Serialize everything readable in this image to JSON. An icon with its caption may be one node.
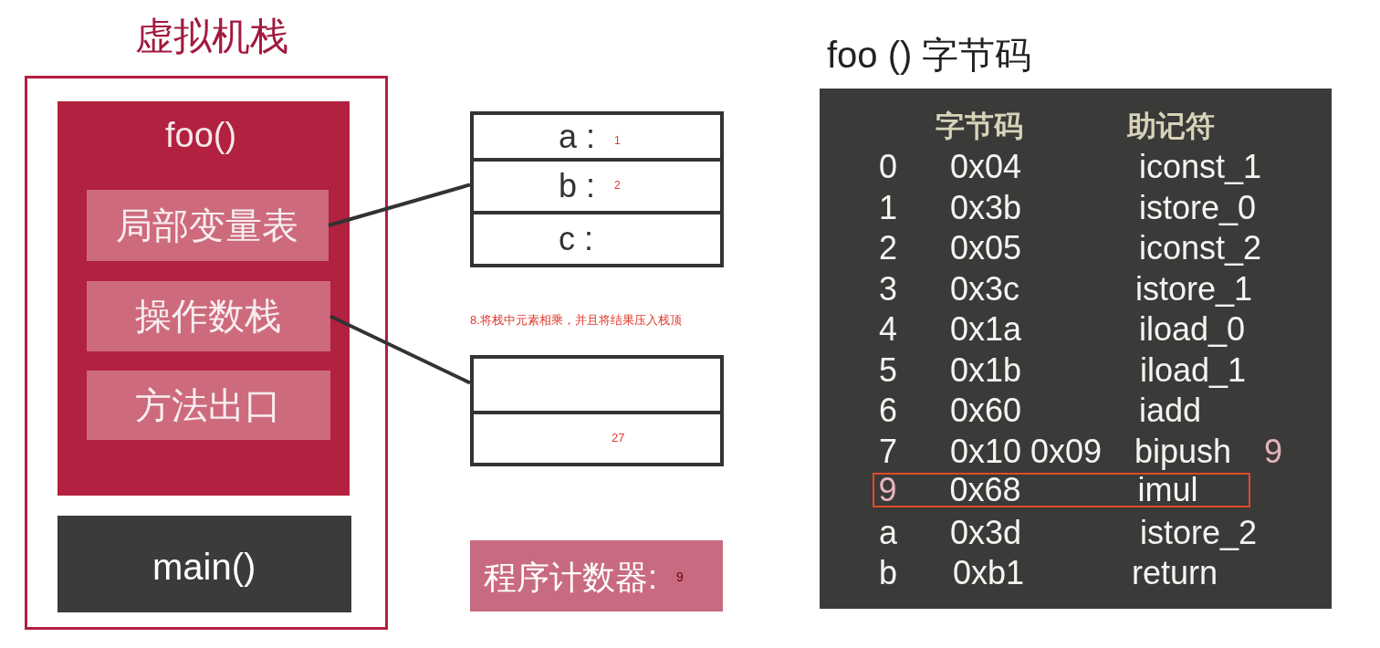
{
  "diagram": {
    "nodes": [
      {
        "text": [
          "虚拟机栈"
        ]
      },
      {
        "text": [
          "foo()"
        ],
        "in": 0
      },
      {
        "text": [
          "局部变量表"
        ],
        "in": 1
      },
      {
        "text": [
          "操作数栈"
        ],
        "in": 1
      },
      {
        "text": [
          "方法出口"
        ],
        "in": 1
      },
      {
        "text": [
          "main()"
        ],
        "in": 0
      },
      {
        "text": [],
        "shape": "box"
      },
      {
        "text": [
          "a :",
          "1"
        ],
        "in": 6
      },
      {
        "text": [
          "b :",
          "2"
        ],
        "in": 6
      },
      {
        "text": [
          "c :"
        ],
        "in": 6
      },
      {
        "text": [],
        "shape": "box"
      },
      {
        "text": [],
        "shape": "box",
        "in": 10
      },
      {
        "text": [
          "27"
        ],
        "in": 10
      },
      {
        "text": [
          "程序计数器:",
          "9"
        ]
      },
      {
        "text": [
          "foo () 字节码"
        ]
      },
      {
        "text": [
          "9",
          "0x68",
          "imul"
        ],
        "in": 14
      }
    ],
    "edges": [
      {
        "from": 2,
        "to": 6,
        "arrow": "none"
      },
      {
        "from": 3,
        "to": 10,
        "arrow": "none"
      }
    ],
    "labels": [
      "8.将栈中元素相乘，并且将结果压入栈顶",
      "字节码",
      "助记符",
      "0",
      "0x04",
      "iconst_1",
      "1",
      "0x3b",
      "istore_0",
      "2",
      "0x05",
      "iconst_2",
      "3",
      "0x3c",
      "istore_1",
      "4",
      "0x1a",
      "iload_0",
      "5",
      "0x1b",
      "iload_1",
      "6",
      "0x60",
      "iadd",
      "7",
      "0x10 0x09",
      "bipush",
      "9",
      "a",
      "0x3d",
      "istore_2",
      "b",
      "0xb1",
      "return"
    ]
  }
}
